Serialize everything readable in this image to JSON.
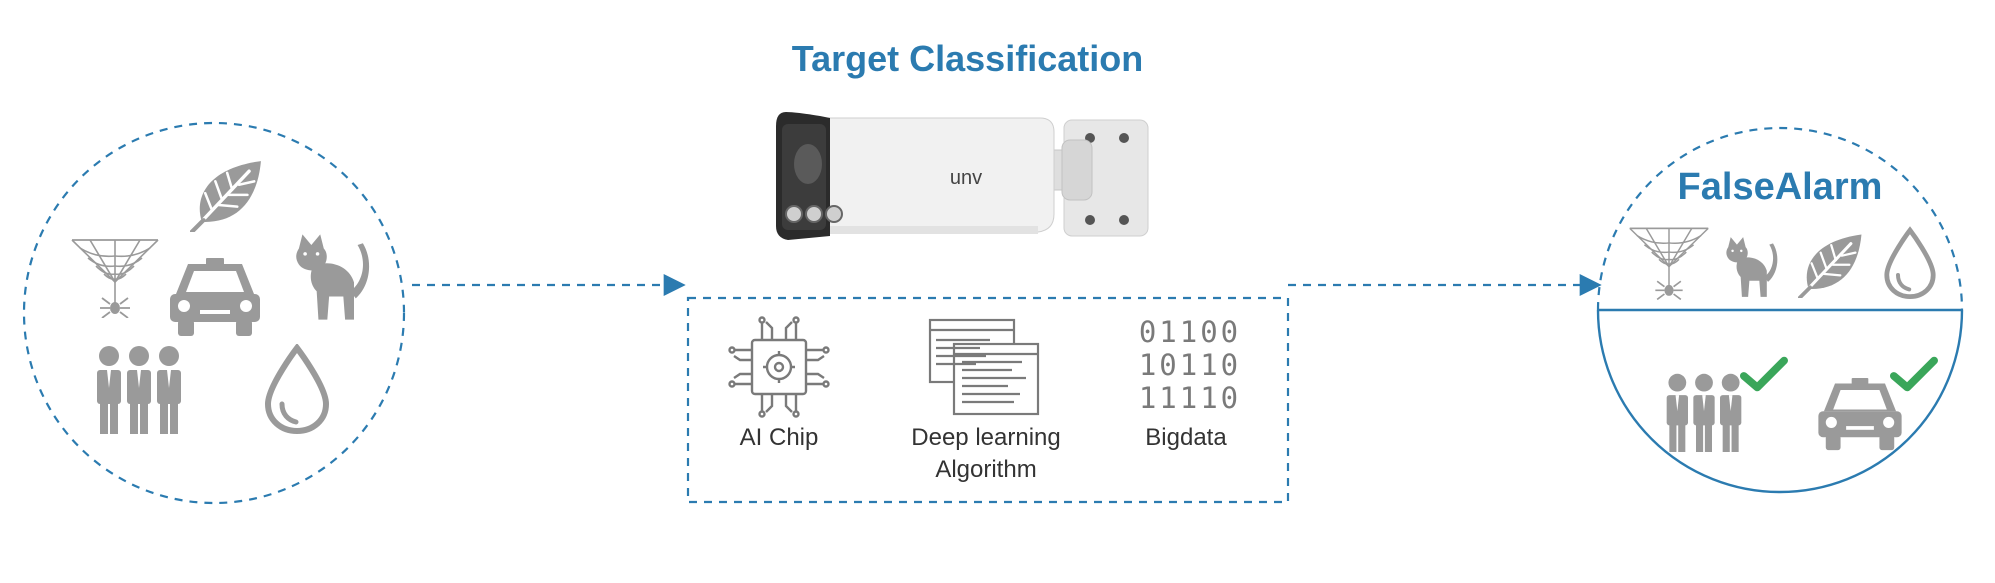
{
  "diagram": {
    "title": "Target Classification",
    "camera_brand": "unv",
    "inputs": {
      "icons": [
        "spider-web-icon",
        "leaf-icon",
        "car-icon",
        "cat-icon",
        "people-group-icon",
        "water-drop-icon"
      ]
    },
    "processing": {
      "items": [
        {
          "id": "ai-chip",
          "icon": "ai-chip-icon",
          "label": "AI Chip"
        },
        {
          "id": "deep-learning",
          "icon": "document-stack-icon",
          "label_lines": [
            "Deep learning",
            "Algorithm"
          ]
        },
        {
          "id": "bigdata",
          "icon": "binary-data-icon",
          "label": "Bigdata",
          "binary_lines": [
            "01100",
            "10110",
            "11110"
          ]
        }
      ]
    },
    "output": {
      "title": "FalseAlarm",
      "false_alarm_icons": [
        "spider-web-icon",
        "cat-icon",
        "leaf-icon",
        "water-drop-icon"
      ],
      "valid_targets": [
        "people-group-icon",
        "car-icon"
      ],
      "check_icon": "checkmark-icon"
    },
    "colors": {
      "accent_blue": "#2b7bb0",
      "icon_gray": "#9a9a9a",
      "check_green": "#3aa65a",
      "label_text": "#333333"
    }
  }
}
